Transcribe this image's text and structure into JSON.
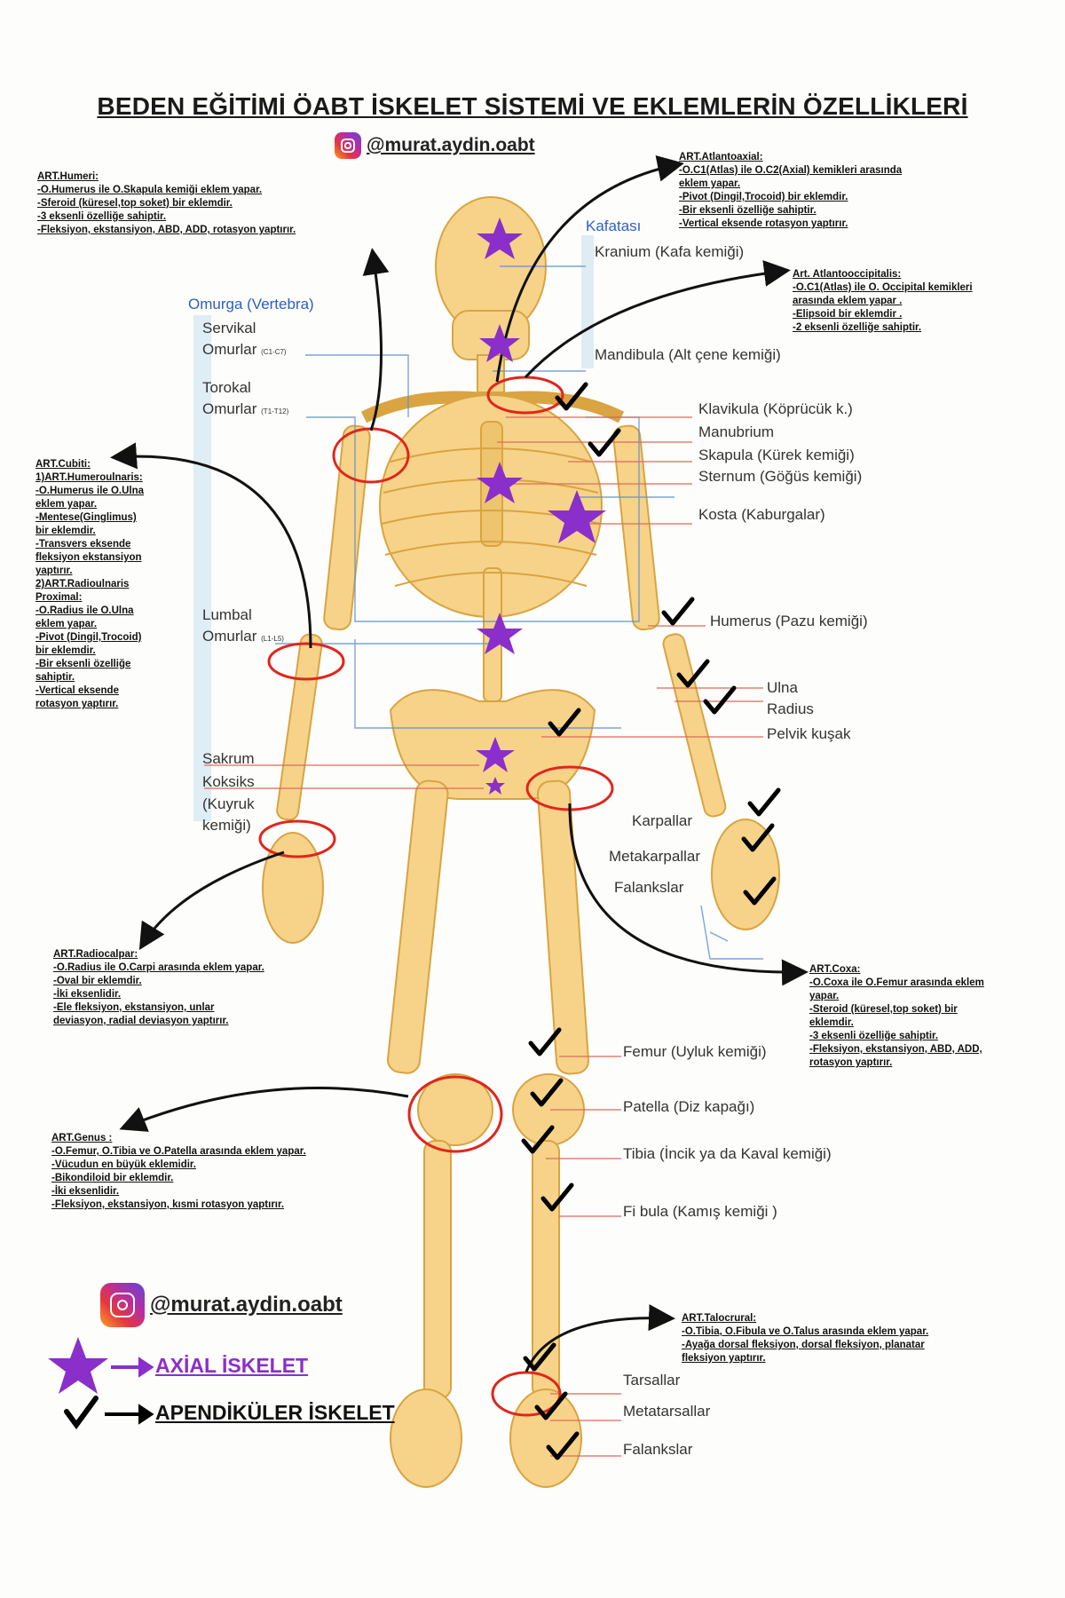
{
  "title": "BEDEN EĞİTİMİ ÖABT İSKELET SİSTEMİ VE EKLEMLERİN ÖZELLİKLERİ",
  "handle": "@murat.aydin.oabt",
  "colors": {
    "bone": "#f6d389",
    "bone_dark": "#d9a441",
    "purple": "#8a2fc9",
    "red": "#e0261c",
    "blue_line": "#5b8fd4"
  },
  "notes": {
    "humeri": [
      "ART.Humeri:",
      "-O.Humerus ile O.Skapula kemiği eklem yapar.",
      "-Sferoid (küresel,top soket) bir eklemdir.",
      "-3 eksenli özelliğe sahiptir.",
      "-Fleksiyon, ekstansiyon, ABD, ADD, rotasyon yaptırır."
    ],
    "atlantoaxial": [
      "ART.Atlantoaxial:",
      "-O.C1(Atlas) ile O.C2(Axial) kemikleri arasında",
      "eklem yapar.",
      "-Pivot (Dingil,Trocoid) bir eklemdir.",
      "-Bir eksenli özelliğe sahiptir.",
      "-Vertical eksende rotasyon yaptırır."
    ],
    "atlantooccipitalis": [
      "Art. Atlantooccipitalis:",
      "-O.C1(Atlas) ile O. Occipital kemikleri",
      "arasında eklem yapar .",
      "-Elipsoid bir eklemdir .",
      "-2 eksenli özelliğe sahiptir."
    ],
    "cubiti": [
      "ART.Cubiti:",
      "1)ART.Humeroulnaris:",
      "-O.Humerus ile O.Ulna",
      "eklem yapar.",
      "-Mentese(Ginglimus)",
      "bir eklemdir.",
      "-Transvers eksende",
      "fleksiyon ekstansiyon",
      "yaptırır.",
      "",
      "2)ART.Radioulnaris",
      "Proximal:",
      "-O.Radius ile O.Ulna",
      "eklem yapar.",
      "-Pivot (Dingil,Trocoid)",
      "bir eklemdir.",
      "-Bir eksenli özelliğe",
      "sahiptir.",
      "-Vertical eksende",
      "rotasyon yaptırır."
    ],
    "radiocalpar": [
      "ART.Radiocalpar:",
      "-O.Radius ile O.Carpi arasında eklem yapar.",
      "-Oval bir eklemdir.",
      "-İki eksenlidir.",
      "-Ele fleksiyon, ekstansiyon, unlar",
      "deviasyon, radial deviasyon yaptırır."
    ],
    "coxa": [
      "ART.Coxa:",
      "-O.Coxa ile O.Femur arasında eklem",
      "yapar.",
      "-Steroid (küresel,top soket) bir",
      "eklemdir.",
      "-3 eksenli özelliğe sahiptir.",
      "-Fleksiyon, ekstansiyon, ABD, ADD,",
      "rotasyon yaptırır."
    ],
    "genus": [
      "ART.Genus :",
      "-O.Femur, O.Tibia ve O.Patella arasında eklem yapar.",
      "-Vücudun en büyük eklemidir.",
      "-Bikondiloid bir eklemdir.",
      "-İki eksenlidir.",
      "-Fleksiyon, ekstansiyon, kısmi rotasyon yaptırır."
    ],
    "talocrural": [
      "ART.Talocrural:",
      "-O.Tibia, O.Fibula ve O.Talus arasında eklem yapar.",
      "-Ayağa dorsal fleksiyon, dorsal fleksiyon, planatar",
      "fleksiyon yaptırır."
    ]
  },
  "labels": {
    "kafatasi": "Kafatası",
    "kranium": "Kranium (Kafa kemiği)",
    "mandibula": "Mandibula (Alt çene kemiği)",
    "omurga": "Omurga (Vertebra)",
    "servikal": "Servikal",
    "servikal_omurlar": "Omurlar",
    "servikal_sub": "(C1-C7)",
    "torokal": "Torokal",
    "torokal_omurlar": "Omurlar",
    "torokal_sub": "(T1-T12)",
    "lumbal": "Lumbal",
    "lumbal_omurlar": "Omurlar",
    "lumbal_sub": "(L1-L5)",
    "sakrum": "Sakrum",
    "koksiks": "Koksiks",
    "kuyruk1": "(Kuyruk",
    "kuyruk2": "kemiği)",
    "klavikula": "Klavikula (Köprücük k.)",
    "manubrium": "Manubrium",
    "skapula": "Skapula (Kürek kemiği)",
    "sternum": "Sternum (Göğüs kemiği)",
    "kosta": "Kosta (Kaburgalar)",
    "humerus": "Humerus (Pazu kemiği)",
    "ulna": "Ulna",
    "radius": "Radius",
    "pelvik": "Pelvik kuşak",
    "karpallar": "Karpallar",
    "metakarpallar": "Metakarpallar",
    "falankslar_el": "Falankslar",
    "femur": "Femur (Uyluk kemiği)",
    "patella": "Patella (Diz kapağı)",
    "tibia": "Tibia (İncik ya da Kaval kemiği)",
    "fibula": "Fi bula (Kamış kemiği )",
    "tarsallar": "Tarsallar",
    "metatarsallar": "Metatarsallar",
    "falankslar_ayak": "Falankslar"
  },
  "legend": {
    "axial": "AXİAL İSKELET",
    "apendikuler": "APENDİKÜLER İSKELET"
  }
}
